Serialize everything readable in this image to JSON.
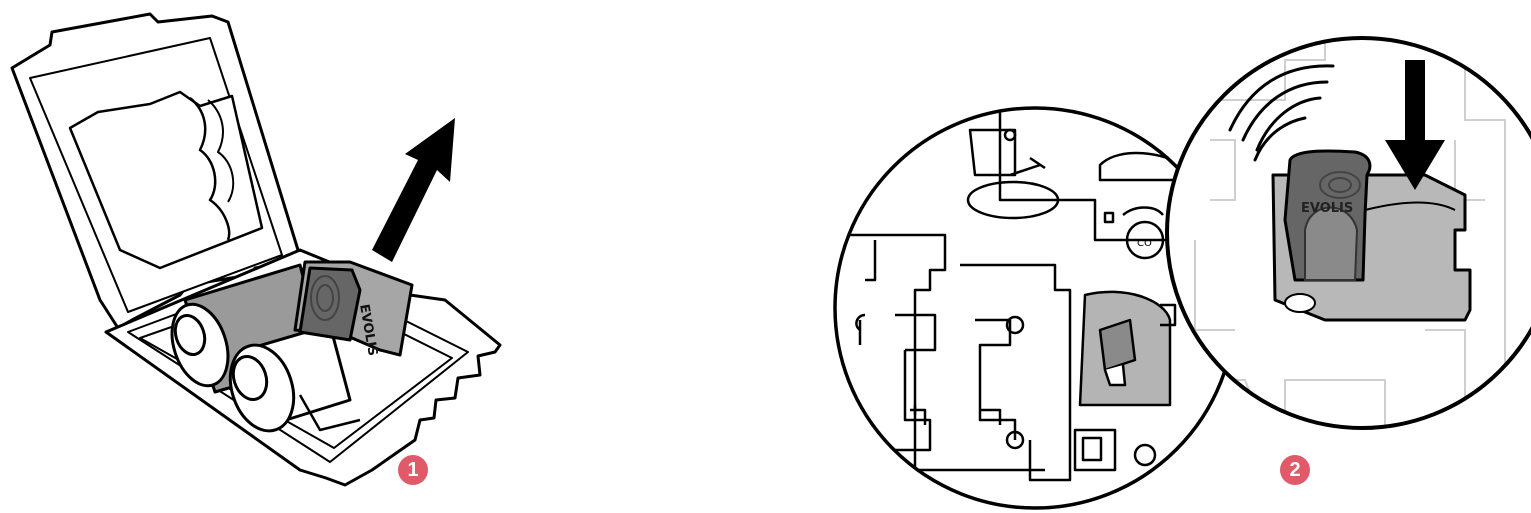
{
  "steps": [
    {
      "label": "1"
    },
    {
      "label": "2"
    }
  ],
  "brand": {
    "text": "EVOLIS"
  },
  "colors": {
    "badge": "#e05a6a",
    "cartridge_dark": "#666666",
    "cartridge_light": "#a6a6a6",
    "roll_gray": "#9a9a9a",
    "line": "#000000",
    "arrow": "#000000"
  },
  "icons": [
    "ribbon-cartridge",
    "arrow-up-right",
    "arrow-down",
    "magnifier-circle"
  ]
}
